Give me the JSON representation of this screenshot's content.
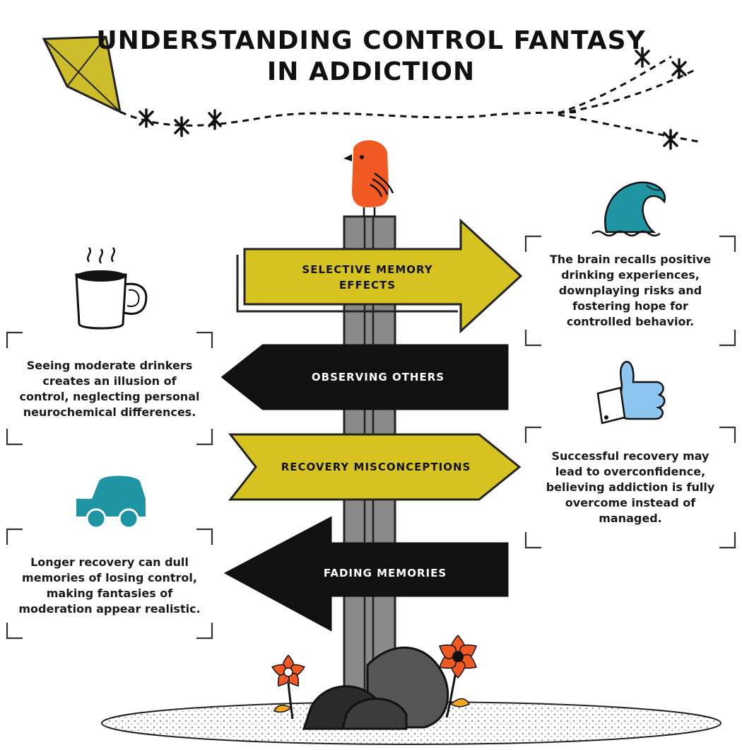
{
  "title": "UNDERSTANDING CONTROL FANTASY IN ADDICTION",
  "signs": [
    {
      "label": "SELECTIVE MEMORY EFFECTS",
      "direction": "right",
      "color": "#d6c321"
    },
    {
      "label": "OBSERVING OTHERS",
      "direction": "left",
      "color": "#111111"
    },
    {
      "label": "RECOVERY MISCONCEPTIONS",
      "direction": "right",
      "color": "#d6c321"
    },
    {
      "label": "FADING MEMORIES",
      "direction": "left",
      "color": "#111111"
    }
  ],
  "notes": {
    "selective_memory": "The brain recalls positive drinking experiences, downplaying risks and fostering hope for controlled behavior.",
    "observing_others": "Seeing moderate drinkers creates an illusion of control, neglecting personal neurochemical differences.",
    "recovery_misconceptions": "Successful recovery may lead to overconfidence, believing addiction is fully overcome instead of managed.",
    "fading_memories": "Longer recovery can dull memories of losing control, making fantasies of moderation appear realistic."
  },
  "icons": [
    "kite-icon",
    "bird-icon",
    "wave-icon",
    "coffee-mug-icon",
    "thumbs-up-icon",
    "car-icon",
    "flower-icon",
    "rock-icon"
  ],
  "colors": {
    "yellow": "#d6c321",
    "black": "#111111",
    "orange": "#f05a22",
    "teal": "#1f95a3",
    "blue": "#8cc6f0",
    "post": "#8a8a8a"
  }
}
